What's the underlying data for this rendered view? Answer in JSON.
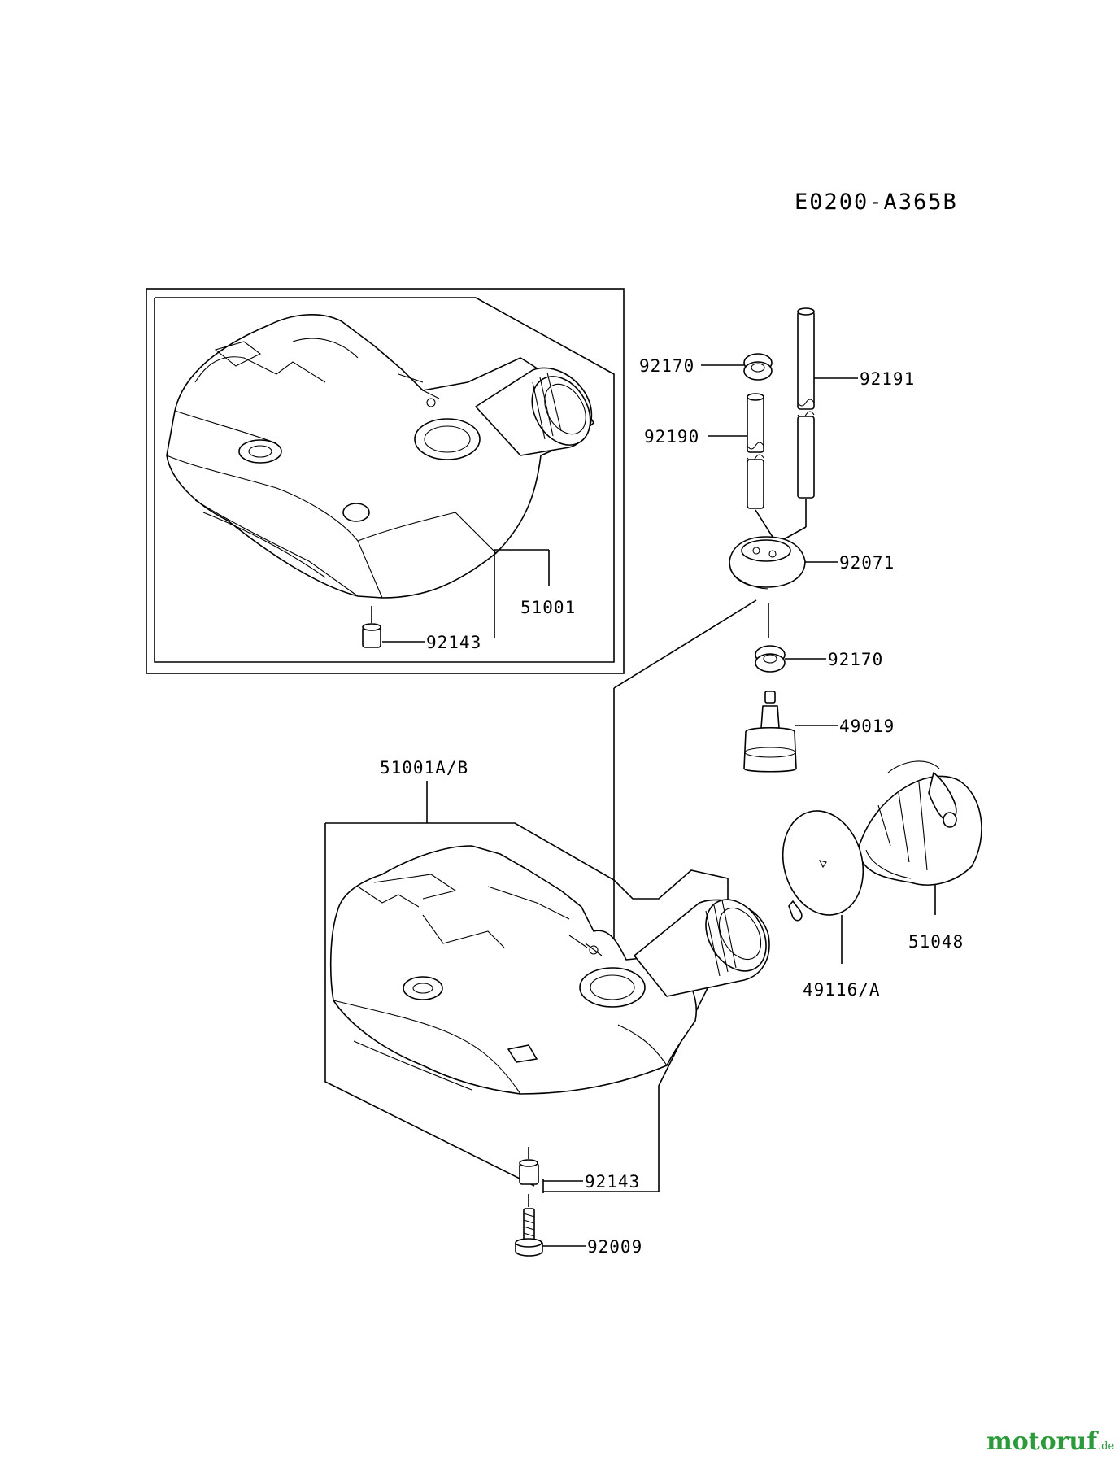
{
  "diagram_code": "E0200-A365B",
  "part_labels": {
    "p92170_top": "92170",
    "p92191": "92191",
    "p92190": "92190",
    "p92071": "92071",
    "p51001": "51001",
    "p92143_top": "92143",
    "p92170_bottom": "92170",
    "p49019": "49019",
    "p51001ab": "51001A/B",
    "p51048": "51048",
    "p49116a": "49116/A",
    "p92143_bottom": "92143",
    "p92009": "92009"
  },
  "watermark": {
    "brand": "motoruf",
    "suffix": ".de"
  },
  "colors": {
    "line": "#000000",
    "background": "#ffffff",
    "watermark": "#2b9a3a"
  }
}
